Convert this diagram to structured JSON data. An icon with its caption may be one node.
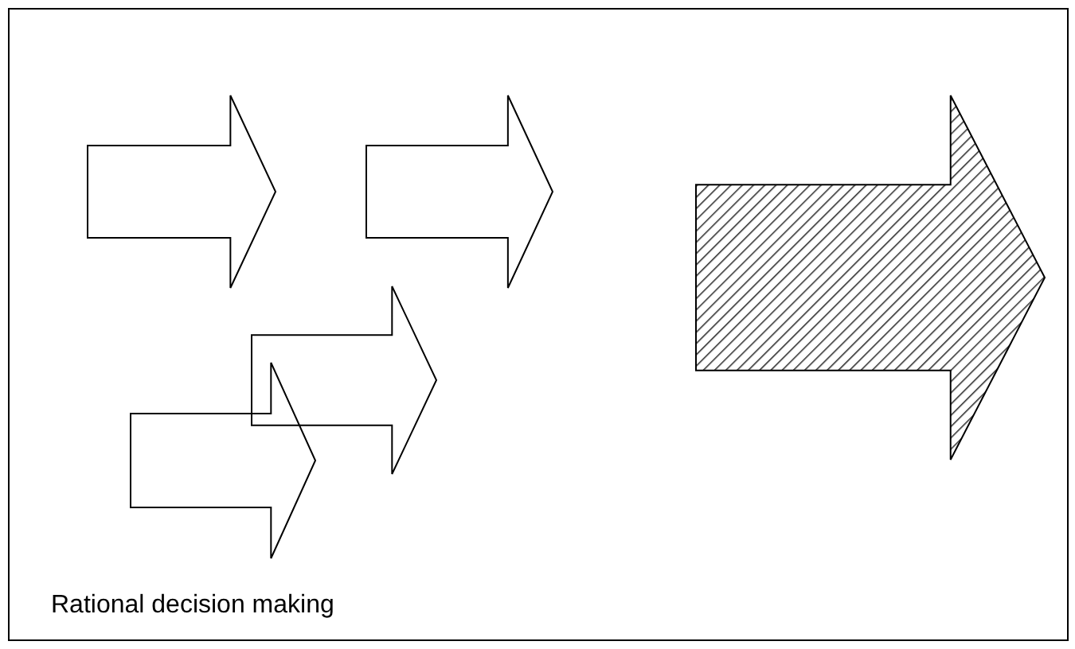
{
  "diagram": {
    "nodes": [
      {
        "text": [
          "Rational decision making"
        ]
      },
      {
        "text": [],
        "shape": "arrow",
        "in": 0
      },
      {
        "text": [],
        "shape": "arrow",
        "in": 0
      },
      {
        "text": [],
        "shape": "arrow",
        "in": 0
      },
      {
        "text": [],
        "shape": "arrow",
        "in": 0
      },
      {
        "text": [],
        "shape": "arrow",
        "in": 0
      }
    ]
  }
}
